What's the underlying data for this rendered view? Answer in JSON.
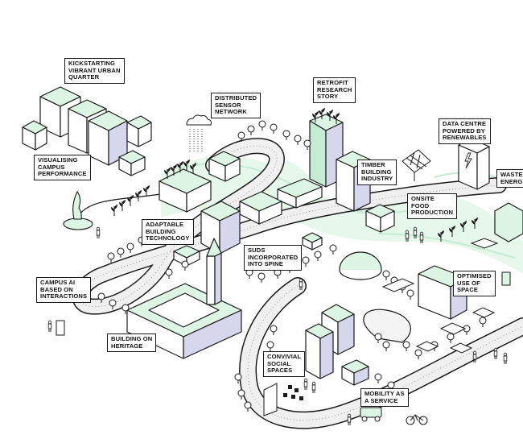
{
  "colors": {
    "ink": "#1a1a1a",
    "light_green": "#dcf5e4",
    "mint": "#c4ecd2",
    "lavender": "#d6d6ec",
    "path_grey": "#ebebeb"
  },
  "labels": {
    "kickstarting": "KICKSTARTING\nVIBRANT URBAN\nQUARTER",
    "distributed_sensor": "DISTRIBUTED\nSENSOR\nNETWORK",
    "retrofit": "RETROFIT\nRESEARCH\nSTORY",
    "data_centre": "DATA CENTRE\nPOWERED BY\nRENEWABLES",
    "waste": "WASTE\nENERGY",
    "visualising": "VISUALISING\nCAMPUS\nPERFORMANCE",
    "timber": "TIMBER\nBUILDING\nINDUSTRY",
    "onsite_food": "ONSITE\nFOOD\nPRODUCTION",
    "adaptable": "ADAPTABLE\nBUILDING\nTECHNOLOGY",
    "suds": "SUDS\nINCORPORATED\nINTO SPINE",
    "optimised": "OPTIMISED\nUSE OF\nSPACE",
    "campus_ai": "CAMPUS AI\nBASED ON\nINTERACTIONS",
    "heritage": "BUILDING ON\nHERITAGE",
    "convivial": "CONVIVIAL\nSOCIAL\nSPACES",
    "mobility": "MOBILITY AS\nA SERVICE"
  }
}
